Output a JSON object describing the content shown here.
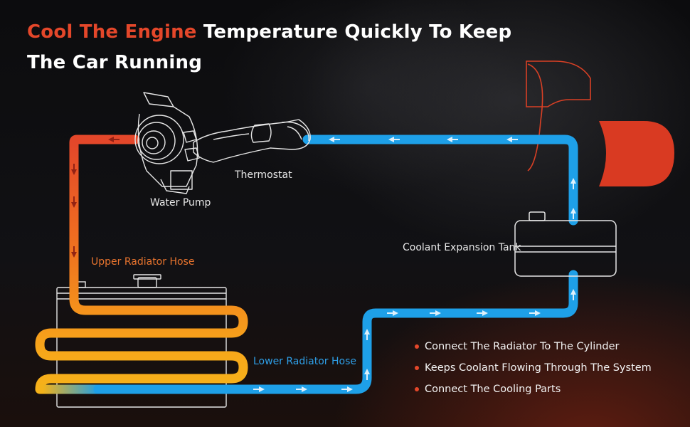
{
  "title": {
    "accent": "Cool The Engine",
    "rest_line1": " Temperature Quickly To Keep",
    "line2": "The Car Running"
  },
  "labels": {
    "water_pump": "Water Pump",
    "thermostat": "Thermostat",
    "coolant_tank": "Coolant Expansion Tank",
    "upper_hose": "Upper Radiator Hose",
    "lower_hose": "Lower Radiator Hose"
  },
  "bullets": [
    "Connect The Radiator To The Cylinder",
    "Keeps Coolant Flowing Through The System",
    "Connect The Cooling Parts"
  ],
  "colors": {
    "hot": "#e4472a",
    "warm": "#f59a1c",
    "cool": "#1ea0e8",
    "accent_text": "#e4472a"
  },
  "icons": [
    "water-pump-icon",
    "thermostat-icon",
    "radiator-icon",
    "coolant-tank-icon",
    "engine-icon",
    "flow-arrow-icon"
  ]
}
